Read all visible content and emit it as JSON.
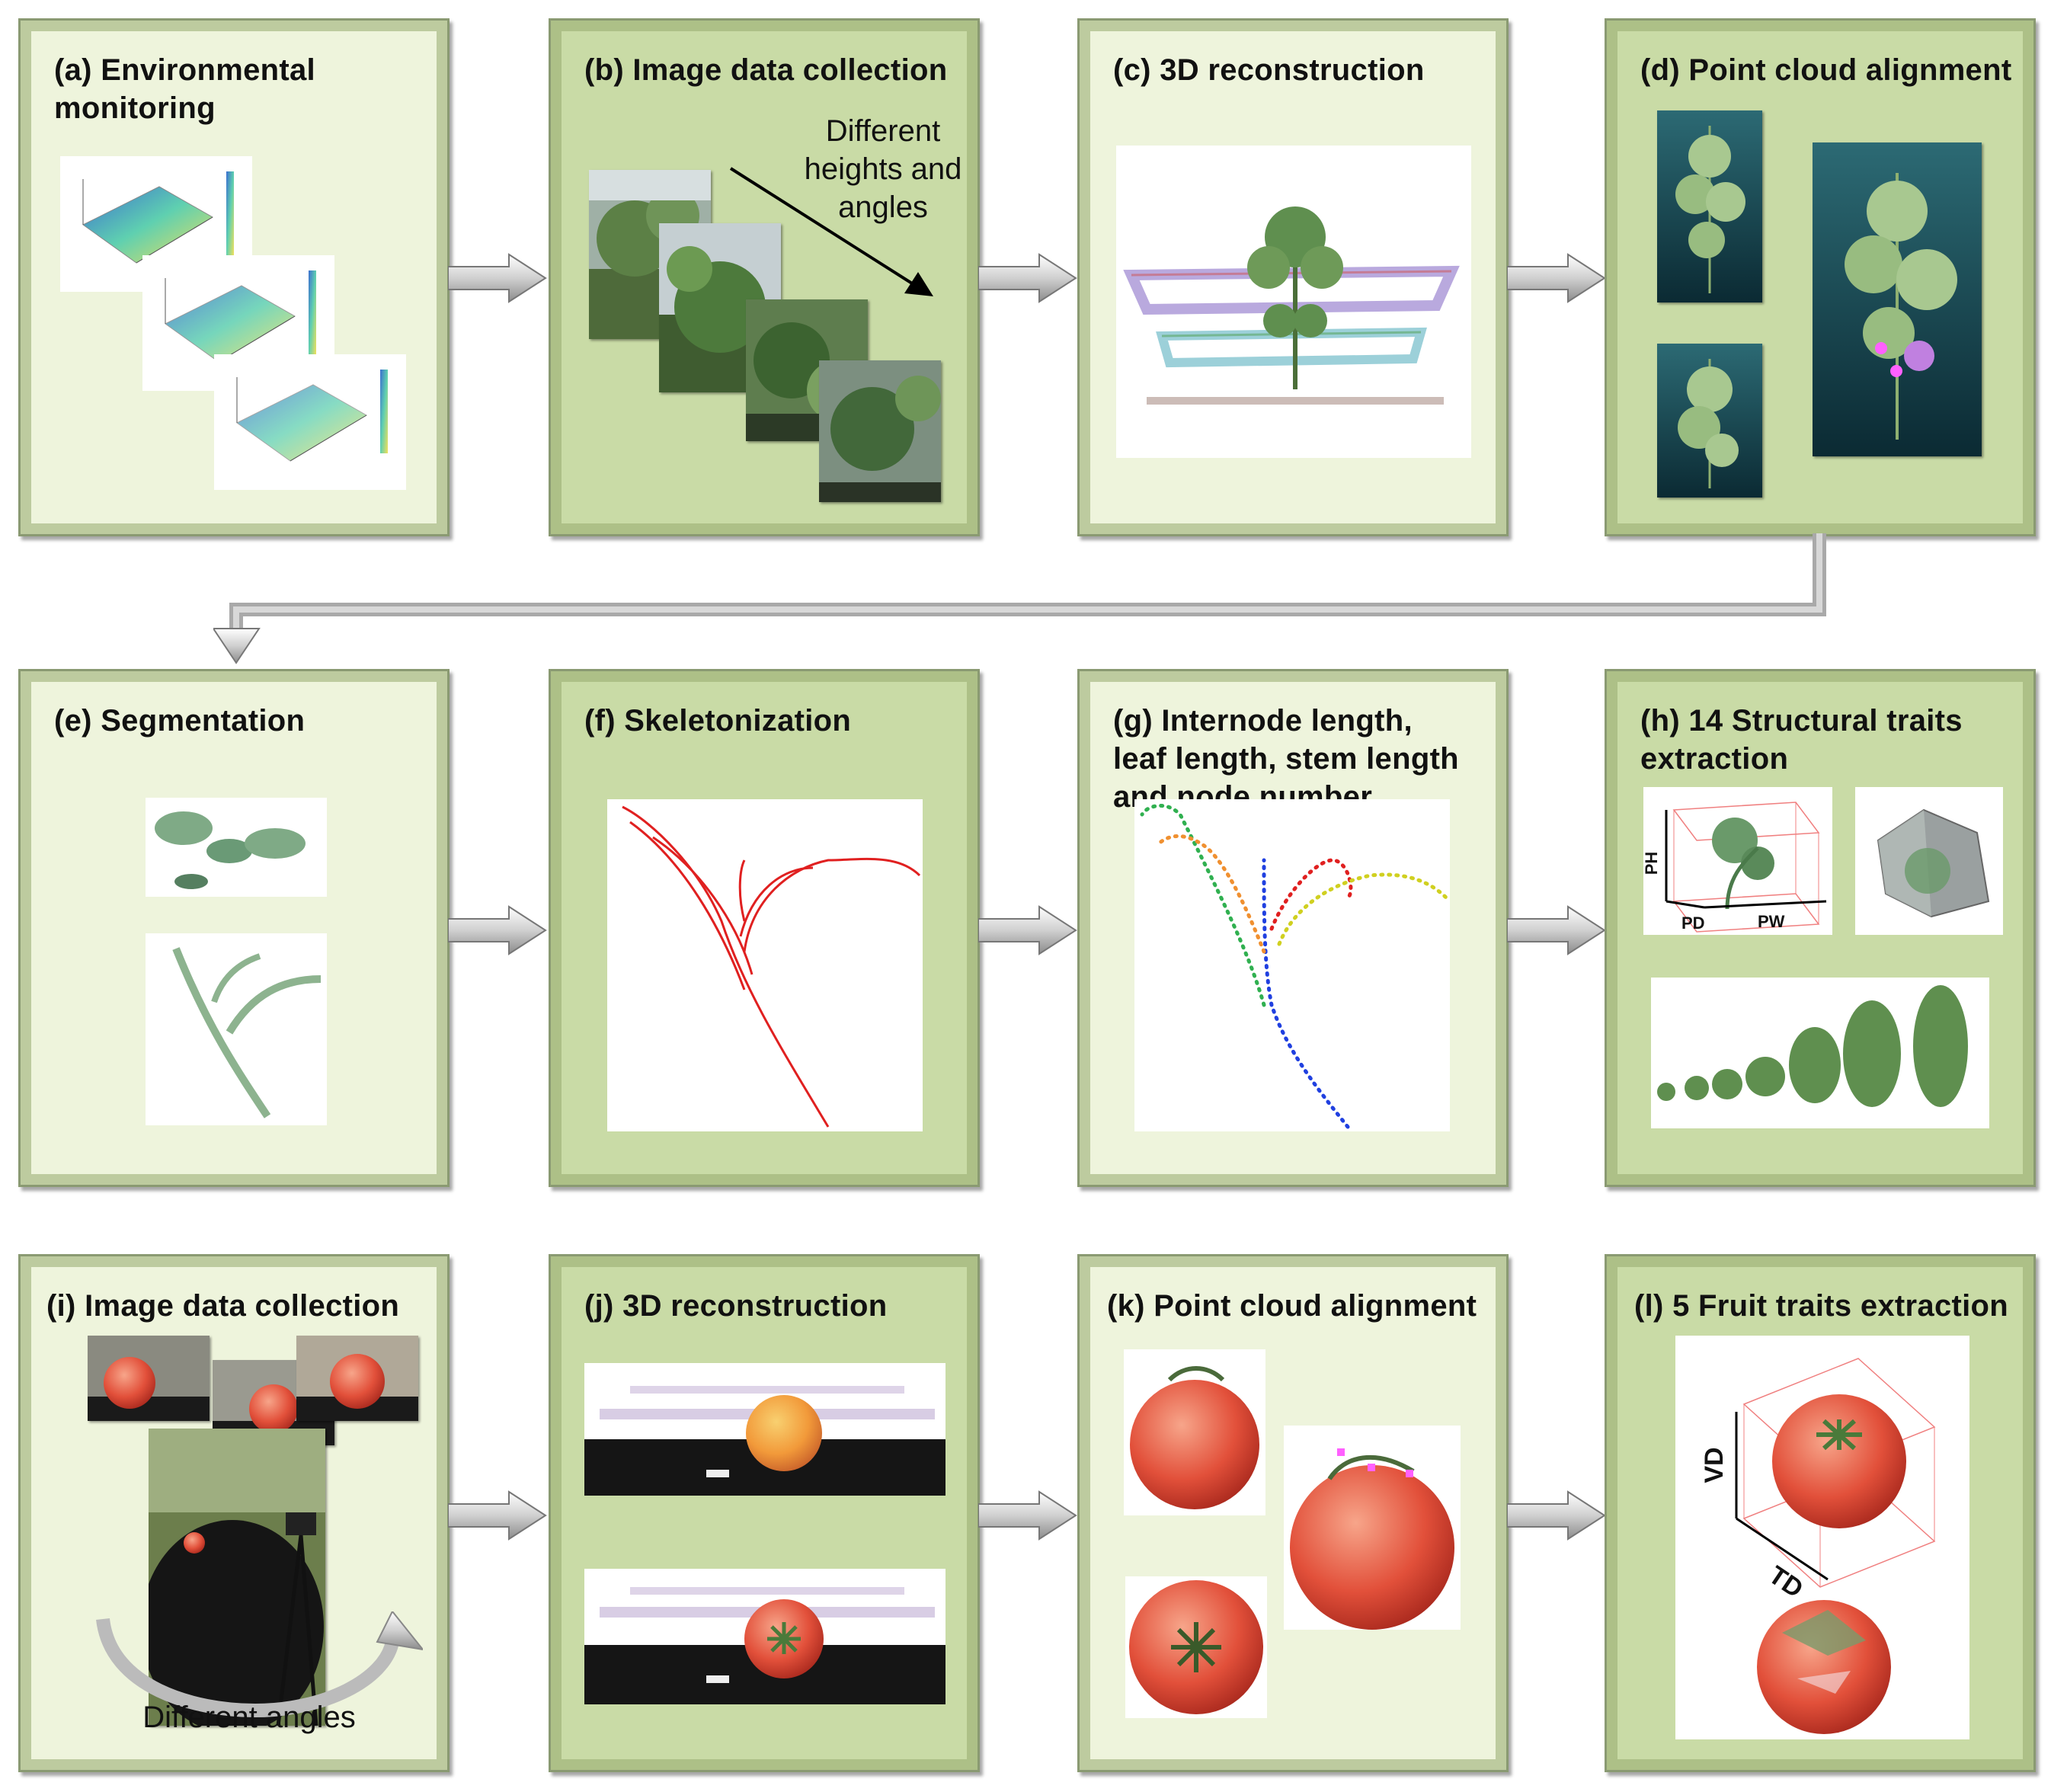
{
  "panels": {
    "a": {
      "title": "(a) Environmental\nmonitoring"
    },
    "b": {
      "title": "(b) Image data collection",
      "note": "Different\nheights and\nangles"
    },
    "c": {
      "title": "(c) 3D reconstruction"
    },
    "d": {
      "title": "(d) Point cloud alignment"
    },
    "e": {
      "title": "(e) Segmentation"
    },
    "f": {
      "title": "(f) Skeletonization"
    },
    "g": {
      "title": "(g) Internode length,\nleaf length, stem length\nand node number"
    },
    "h": {
      "title": "(h) 14 Structural traits\nextraction",
      "labels": {
        "ph": "PH",
        "pd": "PD",
        "pw": "PW"
      }
    },
    "i": {
      "title": "(i)  Image data collection",
      "note": "Different angles"
    },
    "j": {
      "title": "(j) 3D reconstruction"
    },
    "k": {
      "title": "(k) Point cloud alignment"
    },
    "l": {
      "title": "(l) 5 Fruit traits extraction",
      "labels": {
        "vd": "VD",
        "td": "TD"
      }
    }
  },
  "colors": {
    "panel_light": "#eef4dc",
    "panel_dark": "#c9dba6",
    "connector": "#a9a9a9",
    "skeleton_red": "#e02020",
    "tomato": "#e8553a",
    "plant_green": "#5f8f4f"
  }
}
